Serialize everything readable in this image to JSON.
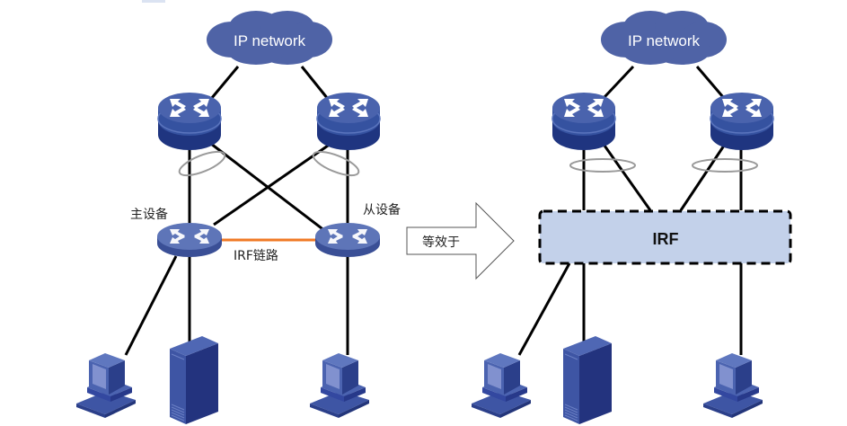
{
  "colors": {
    "device_blue": "#2f4a9c",
    "device_top": "#4a63ad",
    "cloud": "#4f63a6",
    "irf_link": "#f07a26",
    "irf_fill": "#c3d1ea",
    "link": "#000000",
    "lag_ring": "#a0a0a0"
  },
  "left": {
    "cloud_label": "IP network",
    "master_label": "主设备",
    "slave_label": "从设备",
    "irf_link_label": "IRF链路",
    "devices": [
      "core-switch-left",
      "core-switch-right",
      "master-switch",
      "slave-switch",
      "pc-1",
      "server-1",
      "pc-2"
    ]
  },
  "arrow": {
    "label": "等效于"
  },
  "right": {
    "cloud_label": "IP network",
    "irf_label": "IRF",
    "devices": [
      "core-switch-left",
      "core-switch-right",
      "irf-virtual-device",
      "pc-1",
      "server-1",
      "pc-2"
    ]
  }
}
